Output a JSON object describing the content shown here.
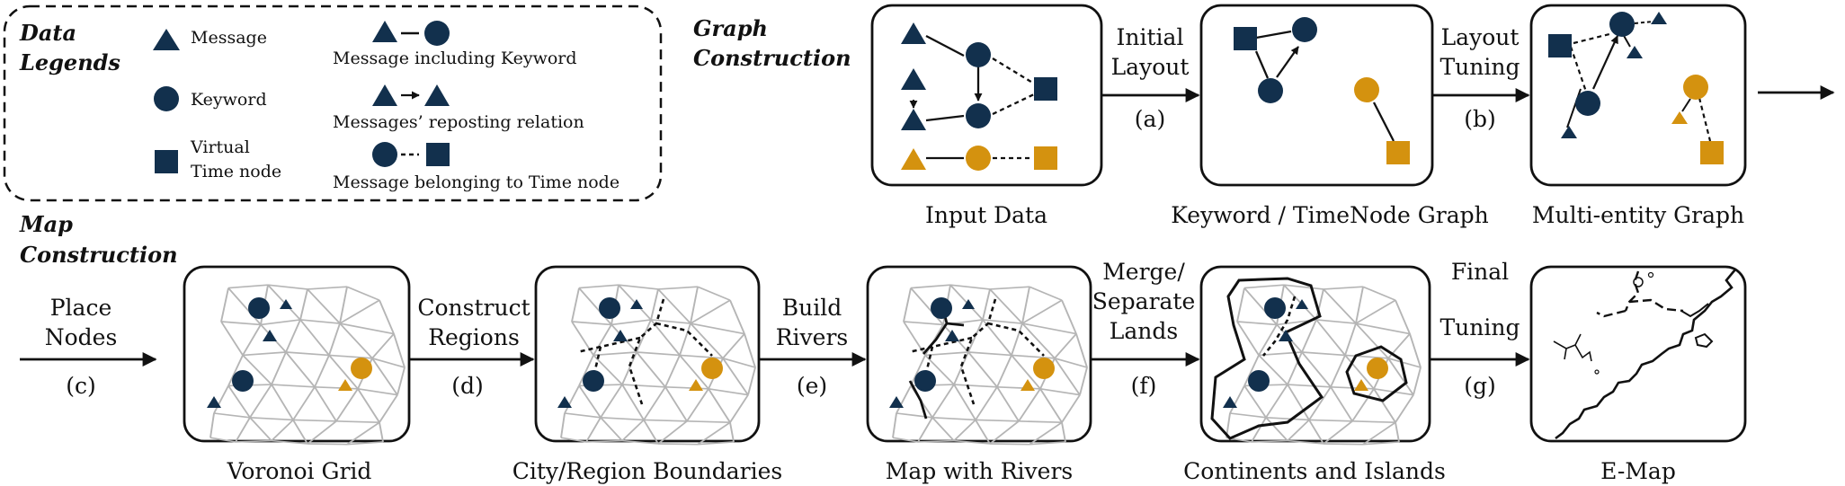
{
  "colors": {
    "navy": "#12304d",
    "gold": "#d4920f",
    "mesh": "#b5b5b5",
    "ink": "#111111"
  },
  "legend": {
    "title_line1": "Data",
    "title_line2": "Legends",
    "message": "Message",
    "keyword": "Keyword",
    "virtual_line1": "Virtual",
    "virtual_line2": "Time node",
    "msg_keyword": "Message including Keyword",
    "reposting": "Messages’ reposting relation",
    "belonging": "Message belonging to Time node"
  },
  "graph_header": {
    "line1": "Graph",
    "line2": "Construction"
  },
  "map_header": {
    "line1": "Map",
    "line2": "Construction"
  },
  "steps": {
    "a": {
      "line1": "Initial",
      "line2": "Layout",
      "tag": "(a)"
    },
    "b": {
      "line1": "Layout",
      "line2": "Tuning",
      "tag": "(b)"
    },
    "c": {
      "line1": "Place",
      "line2": "Nodes",
      "tag": "(c)"
    },
    "d": {
      "line1": "Construct",
      "line2": "Regions",
      "tag": "(d)"
    },
    "e": {
      "line1": "Build",
      "line2": "Rivers",
      "tag": "(e)"
    },
    "f": {
      "line1": "Merge/",
      "line2": "Separate",
      "line3": "Lands",
      "tag": "(f)"
    },
    "g": {
      "line1": "Final",
      "line2": "Tuning",
      "tag": "(g)"
    }
  },
  "captions": {
    "input_data": "Input Data",
    "keyword_timenode": "Keyword  /  TimeNode Graph",
    "multi_entity": "Multi-entity Graph",
    "voronoi": "Voronoi Grid",
    "city_region": "City/Region Boundaries",
    "rivers": "Map with Rivers",
    "continents": "Continents and Islands",
    "emap": "E-Map"
  }
}
